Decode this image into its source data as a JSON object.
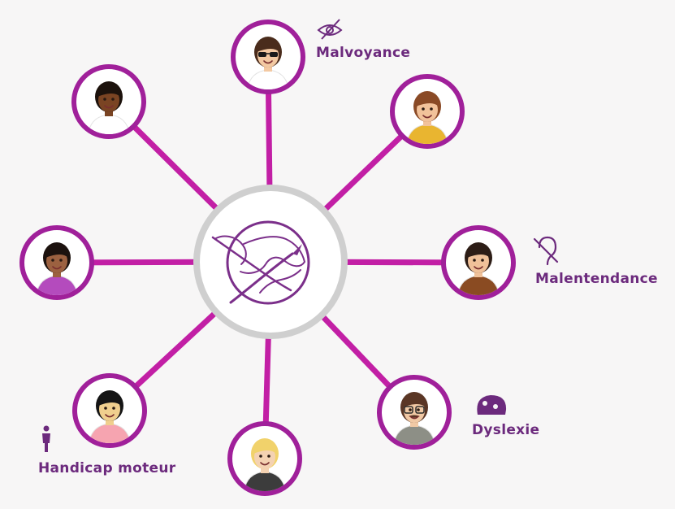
{
  "colors": {
    "background": "#f7f6f6",
    "connector": "#c21fa5",
    "ring": "#a0209a",
    "hub_ring": "#cfcfcf",
    "hub_fill": "#ffffff",
    "label": "#6c2a7d",
    "globe_stroke": "#7b2f8a"
  },
  "hub": {
    "icon": "globe-with-comet-icon"
  },
  "people": [
    {
      "id": "top",
      "label": "Malvoyance",
      "label_icon": "eye-slash-icon",
      "skin": "#f3c9a2",
      "hair": "#4a2c1c",
      "shirt": "#ffffff",
      "accessory": "sunglasses"
    },
    {
      "id": "upper-right",
      "label": "",
      "label_icon": "",
      "skin": "#f2c29a",
      "hair": "#8a4a26",
      "shirt": "#e9b530",
      "accessory": ""
    },
    {
      "id": "right",
      "label": "Malentendance",
      "label_icon": "ear-slash-icon",
      "skin": "#f0c199",
      "hair": "#2d1d16",
      "shirt": "#8a4b22",
      "accessory": ""
    },
    {
      "id": "lower-right",
      "label": "Dyslexie",
      "label_icon": "head-puzzle-icon",
      "skin": "#f1c9a5",
      "hair": "#5a3625",
      "shirt": "#8d8f86",
      "accessory": "glasses-mustache"
    },
    {
      "id": "bottom",
      "label": "",
      "label_icon": "",
      "skin": "#f4d2b2",
      "hair": "#f1d26b",
      "shirt": "#3c3c3c",
      "accessory": ""
    },
    {
      "id": "lower-left",
      "label": "Handicap moteur",
      "label_icon": "person-standing-icon",
      "skin": "#f0cf8e",
      "hair": "#151515",
      "shirt": "#f6a4b0",
      "accessory": ""
    },
    {
      "id": "left",
      "label": "",
      "label_icon": "",
      "skin": "#9c6140",
      "hair": "#1c120e",
      "shirt": "#b44bbd",
      "accessory": ""
    },
    {
      "id": "upper-left",
      "label": "",
      "label_icon": "",
      "skin": "#7a4423",
      "hair": "#1c120c",
      "shirt": "#ffffff",
      "accessory": ""
    }
  ]
}
